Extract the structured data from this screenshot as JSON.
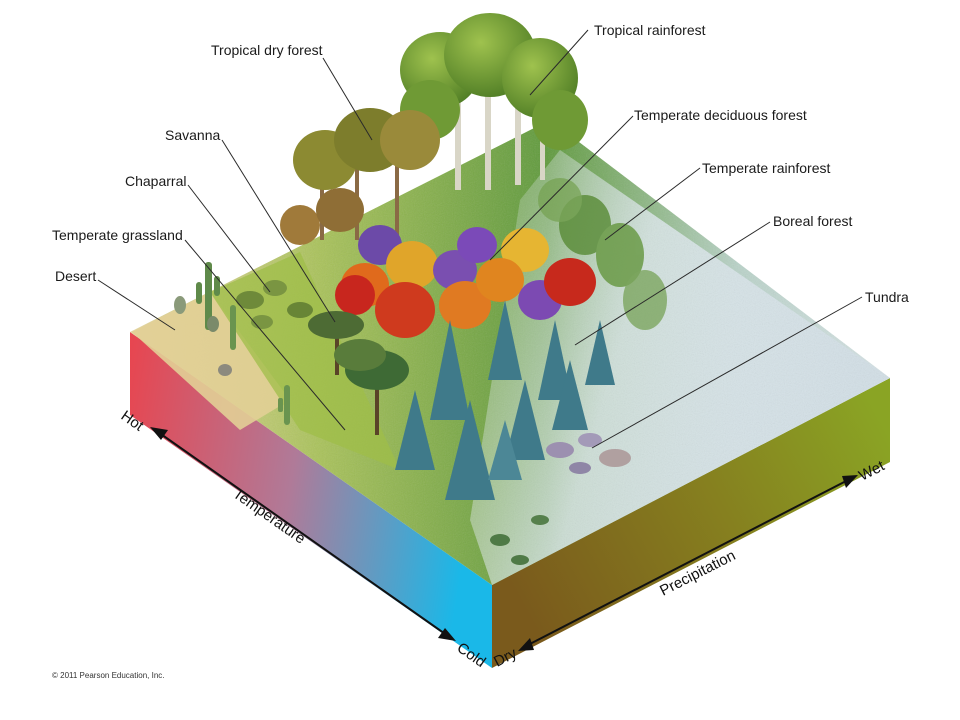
{
  "biomes": {
    "tropical_rainforest": "Tropical rainforest",
    "tropical_dry_forest": "Tropical dry forest",
    "temperate_deciduous_forest": "Temperate deciduous forest",
    "savanna": "Savanna",
    "temperate_rainforest": "Temperate rainforest",
    "chaparral": "Chaparral",
    "boreal_forest": "Boreal forest",
    "temperate_grassland": "Temperate grassland",
    "desert": "Desert",
    "tundra": "Tundra"
  },
  "axes": {
    "temperature": {
      "label": "Temperature",
      "hot": "Hot",
      "cold": "Cold"
    },
    "precipitation": {
      "label": "Precipitation",
      "dry": "Dry",
      "wet": "Wet"
    }
  },
  "colors": {
    "hot": "#e8454f",
    "cold": "#1ab8e8",
    "dry": "#7a5a1c",
    "wet": "#8aa424"
  },
  "copyright": "© 2011 Pearson Education, Inc."
}
